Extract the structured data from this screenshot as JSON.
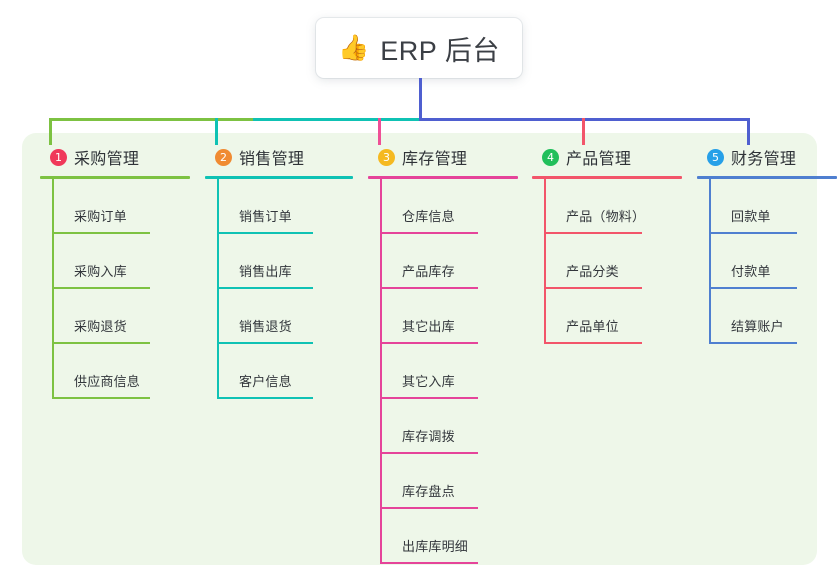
{
  "root": {
    "icon": "thumbs-up-icon",
    "emoji": "👍",
    "title": "ERP 后台"
  },
  "theme": {
    "page_bg": "#ffffff",
    "panel_bg": "#eef7e9",
    "text": "#2f3338",
    "root_line": "#4f5fd0"
  },
  "bus": {
    "segments": [
      {
        "name": "green-segment",
        "color": "#7dc242"
      },
      {
        "name": "teal-segment",
        "color": "#0fc2b4"
      },
      {
        "name": "blue-segment",
        "color": "#4f5fd0"
      }
    ]
  },
  "columns": [
    {
      "index": "1",
      "title": "采购管理",
      "badge_color": "#f0395a",
      "line_color": "#7dc242",
      "drop_color": "#7dc242",
      "items": [
        {
          "label": "采购订单"
        },
        {
          "label": "采购入库"
        },
        {
          "label": "采购退货"
        },
        {
          "label": "供应商信息"
        }
      ]
    },
    {
      "index": "2",
      "title": "销售管理",
      "badge_color": "#f08b32",
      "line_color": "#0fc2b4",
      "drop_color": "#0fc2b4",
      "items": [
        {
          "label": "销售订单"
        },
        {
          "label": "销售出库"
        },
        {
          "label": "销售退货"
        },
        {
          "label": "客户信息"
        }
      ]
    },
    {
      "index": "3",
      "title": "库存管理",
      "badge_color": "#f5b921",
      "line_color": "#e5449a",
      "drop_color": "#ef4f96",
      "items": [
        {
          "label": "仓库信息"
        },
        {
          "label": "产品库存"
        },
        {
          "label": "其它出库"
        },
        {
          "label": "其它入库"
        },
        {
          "label": "库存调拨"
        },
        {
          "label": "库存盘点"
        },
        {
          "label": "出库库明细"
        }
      ]
    },
    {
      "index": "4",
      "title": "产品管理",
      "badge_color": "#21bf5b",
      "line_color": "#f2556a",
      "drop_color": "#f2556a",
      "items": [
        {
          "label": "产品（物料）"
        },
        {
          "label": "产品分类"
        },
        {
          "label": "产品单位"
        }
      ]
    },
    {
      "index": "5",
      "title": "财务管理",
      "badge_color": "#27a0e8",
      "line_color": "#4f7fd0",
      "drop_color": "#4f5fd0",
      "items": [
        {
          "label": "回款单"
        },
        {
          "label": "付款单"
        },
        {
          "label": "结算账户"
        }
      ]
    }
  ]
}
